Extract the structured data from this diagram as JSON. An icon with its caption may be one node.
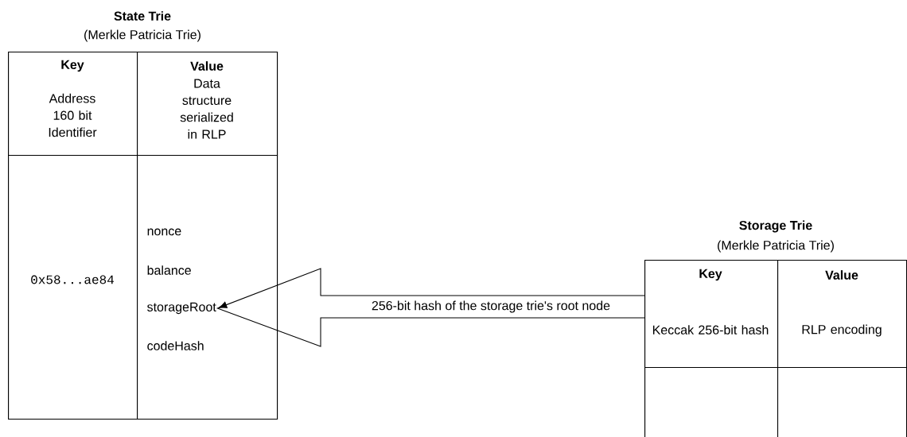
{
  "diagram": {
    "nodes": [
      {
        "text": [
          "State Trie",
          "(Merkle Patricia Trie)"
        ]
      },
      {
        "text": [
          "Key",
          "Address 160 bit Identifier"
        ],
        "in": 0
      },
      {
        "text": [
          "Value",
          "Data structure serialized in RLP"
        ],
        "in": 0
      },
      {
        "text": [
          "0x58...ae84"
        ],
        "in": 0
      },
      {
        "text": [],
        "shape": "box",
        "in": 0
      },
      {
        "text": [
          "nonce"
        ],
        "in": 4
      },
      {
        "text": [
          "balance"
        ],
        "in": 4
      },
      {
        "text": [
          "storageRoot"
        ],
        "in": 4
      },
      {
        "text": [
          "codeHash"
        ],
        "in": 4
      },
      {
        "text": [
          "Storage Trie",
          "(Merkle Patricia Trie)"
        ]
      },
      {
        "text": [
          "Key",
          "Keccak 256-bit hash"
        ],
        "in": 9
      },
      {
        "text": [
          "Value",
          "RLP encoding"
        ],
        "in": 9
      },
      {
        "text": [],
        "shape": "box",
        "in": 9
      },
      {
        "text": [],
        "shape": "box",
        "in": 9
      }
    ],
    "edges": [
      {
        "from": 10,
        "to": 7,
        "arrow": "to",
        "label": "256-bit hash of the storage trie's root node"
      }
    ]
  }
}
